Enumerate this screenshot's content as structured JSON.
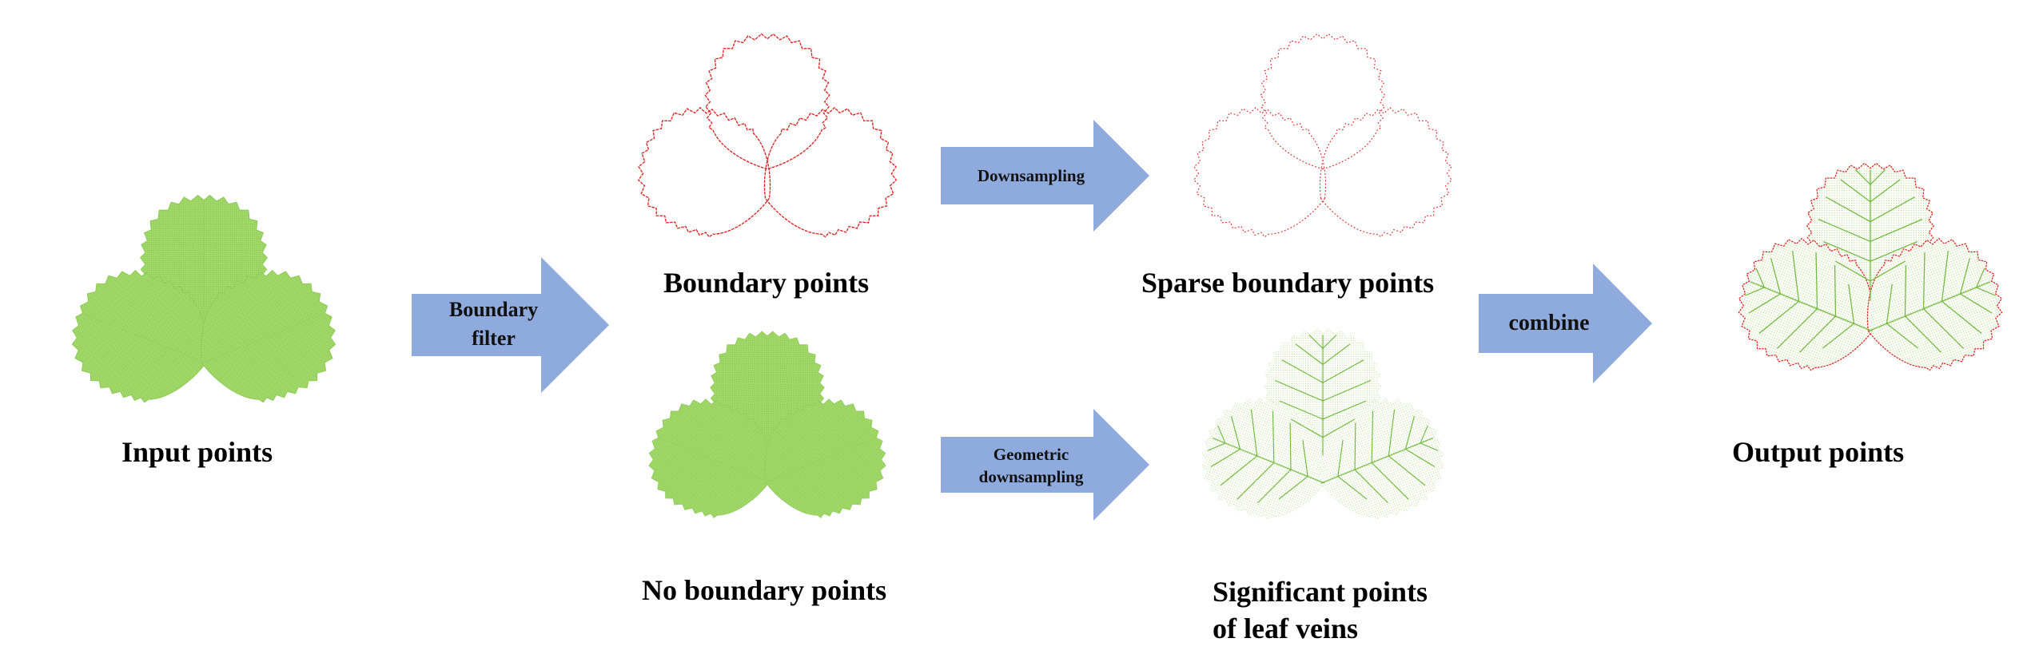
{
  "labels": {
    "input": "Input points",
    "boundary": "Boundary points",
    "sparse_boundary": "Sparse boundary points",
    "no_boundary": "No boundary points",
    "significant_line1": "Significant points",
    "significant_line2": "of leaf veins",
    "output": "Output points"
  },
  "arrows": {
    "boundary_filter_line1": "Boundary",
    "boundary_filter_line2": "filter",
    "downsampling": "Downsampling",
    "geometric_line1": "Geometric",
    "geometric_line2": "downsampling",
    "combine": "combine"
  },
  "colors": {
    "arrow": "#8faadc",
    "leaf_fill": "#92d050",
    "leaf_vein": "#6fb83a",
    "boundary": "#e02020",
    "sparse_fill": "#e6f2d8"
  },
  "icons": {
    "input_leaf": "trifoliate-leaf-dense",
    "boundary_leaf": "trifoliate-leaf-outline",
    "sparse_leaf": "trifoliate-leaf-outline-sparse",
    "no_boundary_leaf": "trifoliate-leaf-dense-trimmed",
    "vein_leaf": "trifoliate-leaf-veins",
    "output_leaf": "trifoliate-leaf-combined"
  }
}
